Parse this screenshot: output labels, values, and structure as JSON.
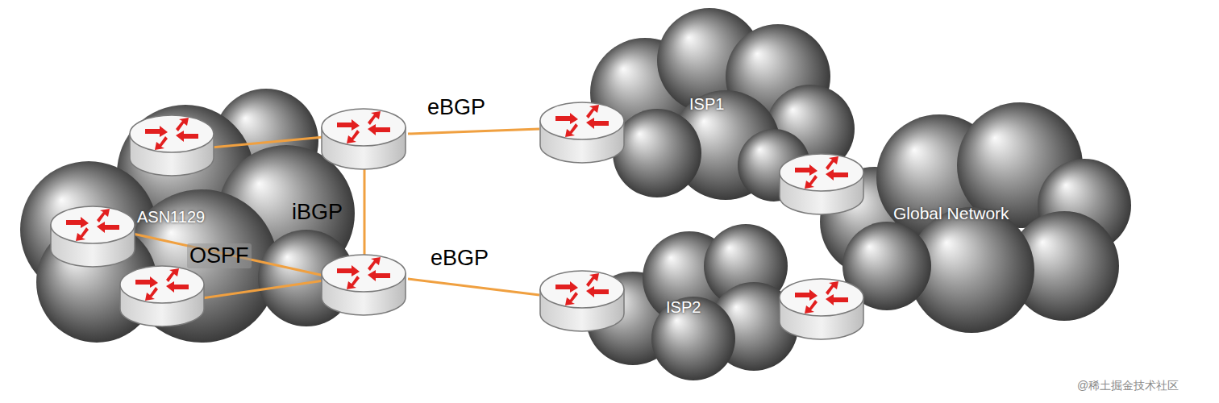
{
  "diagram": {
    "nodes": [
      {
        "text": [
          "ASN1129"
        ]
      },
      {
        "text": [
          "ISP1"
        ]
      },
      {
        "text": [
          "ISP2"
        ]
      },
      {
        "text": [
          "Global Network"
        ]
      }
    ],
    "edges": [
      {
        "from": 0,
        "to": 1,
        "arrow": "none",
        "label": "eBGP"
      },
      {
        "from": 0,
        "to": 2,
        "arrow": "none",
        "label": "eBGP"
      }
    ],
    "labels": [
      "iBGP",
      "OSPF",
      "@稀土掘金技术社区"
    ]
  }
}
